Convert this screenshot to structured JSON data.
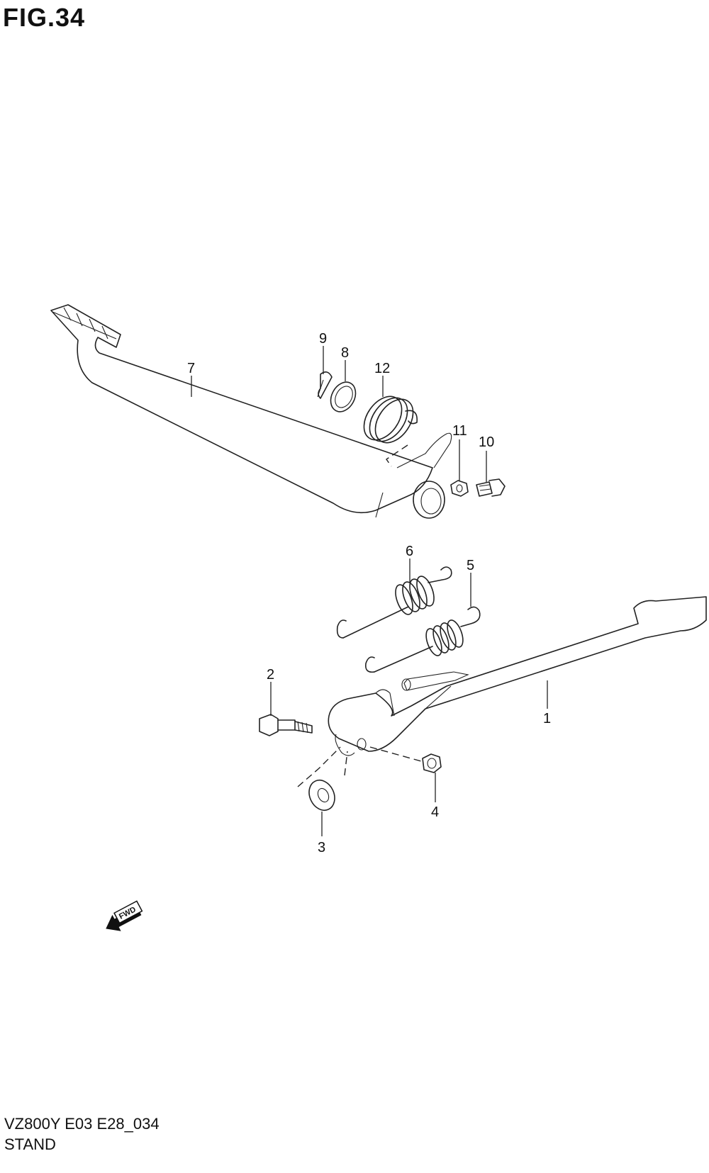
{
  "figure": {
    "title": "FIG.34",
    "code": "VZ800Y E03 E28_034",
    "name": "STAND"
  },
  "direction_arrow": {
    "label": "FWD"
  },
  "callouts": {
    "p1": "1",
    "p2": "2",
    "p3": "3",
    "p4": "4",
    "p5": "5",
    "p6": "6",
    "p7": "7",
    "p8": "8",
    "p9": "9",
    "p10": "10",
    "p11": "11",
    "p12": "12"
  }
}
